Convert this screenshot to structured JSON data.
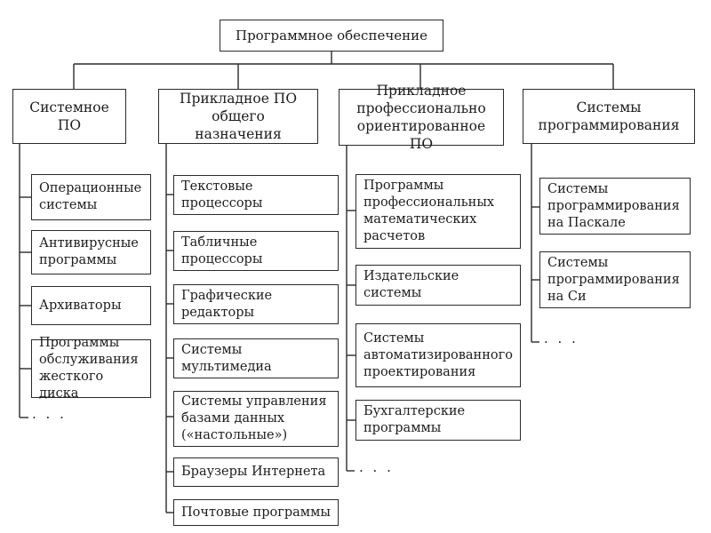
{
  "root": {
    "label": "Программное обеспечение"
  },
  "ellipsis": ". . .",
  "categories": [
    {
      "label": "Системное\nПО",
      "items": [
        "Операционные\nсистемы",
        "Антивирусные\nпрограммы",
        "Архиваторы",
        "Программы\nобслуживания\nжесткого диска"
      ]
    },
    {
      "label": "Прикладное ПО\nобщего назначения",
      "items": [
        "Текстовые\nпроцессоры",
        "Табличные\nпроцессоры",
        "Графические\nредакторы",
        "Системы\nмультимедиа",
        "Системы управления\nбазами данных\n(«настольные»)",
        "Браузеры Интернета",
        "Почтовые программы"
      ]
    },
    {
      "label": "Прикладное\nпрофессионально\nориентированное ПО",
      "items": [
        "Программы\nпрофессиональных\nматематических\nрасчетов",
        "Издательские\nсистемы",
        "Системы\nавтоматизированного\nпроектирования",
        "Бухгалтерские\nпрограммы"
      ]
    },
    {
      "label": "Системы\nпрограммирования",
      "items": [
        "Системы\nпрограммирования\nна Паскале",
        "Системы\nпрограммирования\nна Си"
      ]
    }
  ]
}
